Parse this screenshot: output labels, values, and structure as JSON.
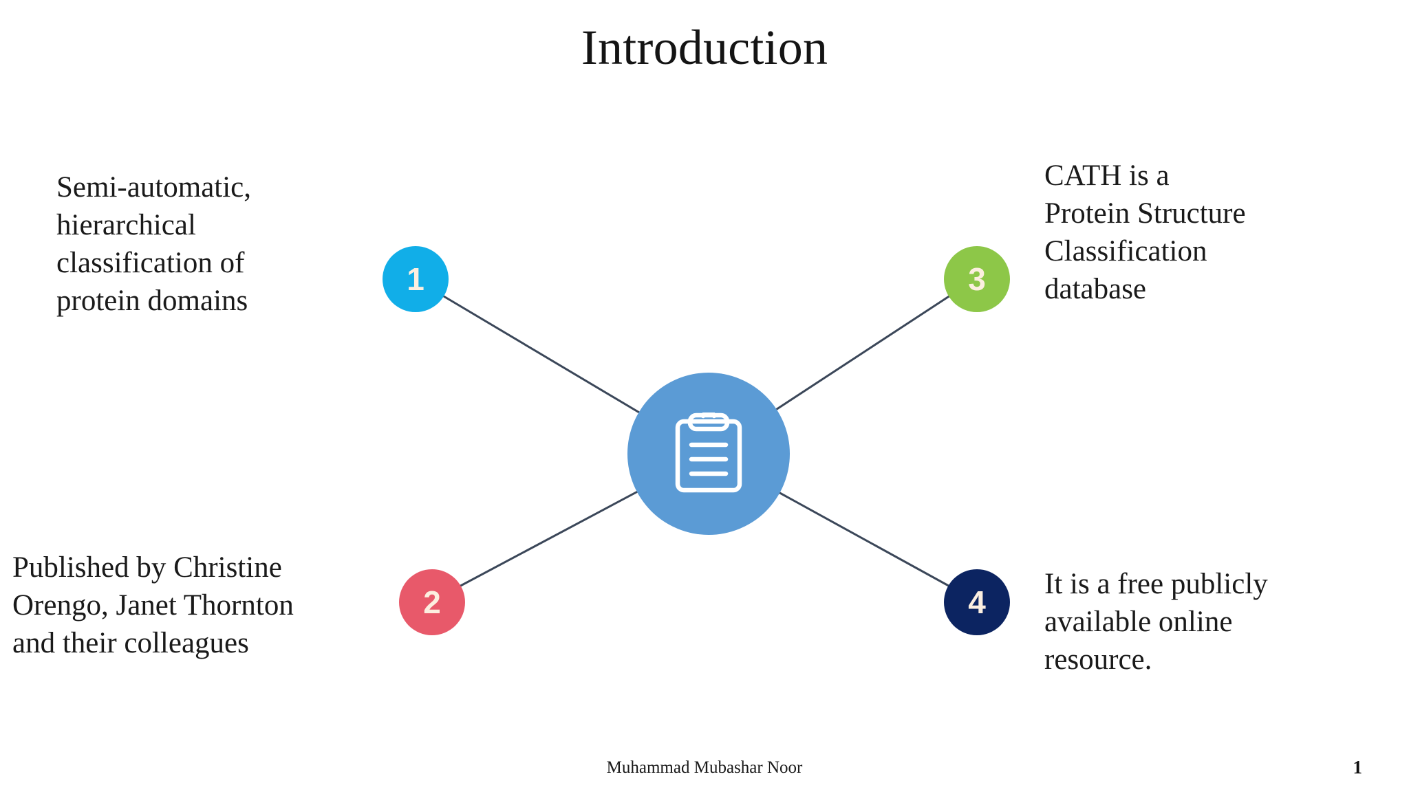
{
  "slide": {
    "title": "Introduction",
    "background_color": "#FFFFFF"
  },
  "center": {
    "icon_name": "clipboard-icon",
    "color": "#5B9BD5",
    "icon_color": "#FFFFFF"
  },
  "connector": {
    "color": "#3B4759",
    "width": 3
  },
  "nodes": [
    {
      "number": "1",
      "color": "#11AEE8",
      "number_color": "#FCEFE0",
      "text": "Semi-automatic,\nhierarchical\nclassification of\nprotein domains"
    },
    {
      "number": "2",
      "color": "#E8596A",
      "number_color": "#FCEFE0",
      "text": "Published by Christine\nOrengo, Janet Thornton\nand their colleagues"
    },
    {
      "number": "3",
      "color": "#8DC748",
      "number_color": "#FCEFE0",
      "text": "CATH is a\nProtein Structure\nClassification\ndatabase"
    },
    {
      "number": "4",
      "color": "#0C2461",
      "number_color": "#FCEFE0",
      "text": "It is a free publicly\navailable online\nresource."
    }
  ],
  "footer": {
    "author": "Muhammad Mubashar Noor",
    "page_number": "1"
  }
}
